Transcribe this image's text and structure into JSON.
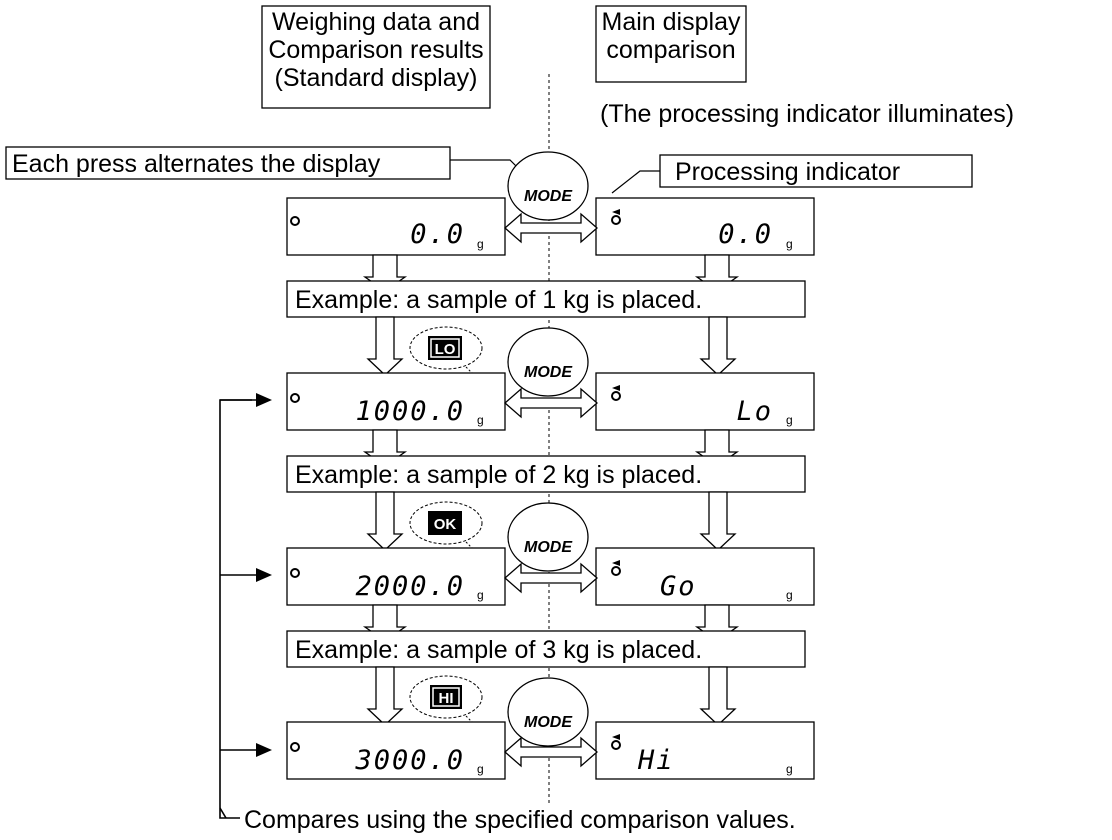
{
  "header": {
    "left_box_lines": [
      "Weighing data and",
      "Comparison results",
      "(Standard display)"
    ],
    "right_box_lines": [
      "Main display",
      "comparison"
    ],
    "right_note": "(The processing indicator illuminates)"
  },
  "callouts": {
    "each_press": "Each press alternates the display",
    "processing_indicator": "Processing indicator",
    "footer": "Compares using the specified comparison values."
  },
  "mode_key_label": "MODE",
  "unit": "g",
  "rows": [
    {
      "example": "",
      "badge": "",
      "left_value": "0.0",
      "right_value": "0.0"
    },
    {
      "example": "Example: a sample of 1 kg is placed.",
      "badge": "LO",
      "left_value": "1000.0",
      "right_value": "Lo"
    },
    {
      "example": "Example: a sample of 2 kg is placed.",
      "badge": "OK",
      "left_value": "2000.0",
      "right_value": "Go"
    },
    {
      "example": "Example: a sample of 3 kg is placed.",
      "badge": "HI",
      "left_value": "3000.0",
      "right_value": "Hi"
    }
  ]
}
